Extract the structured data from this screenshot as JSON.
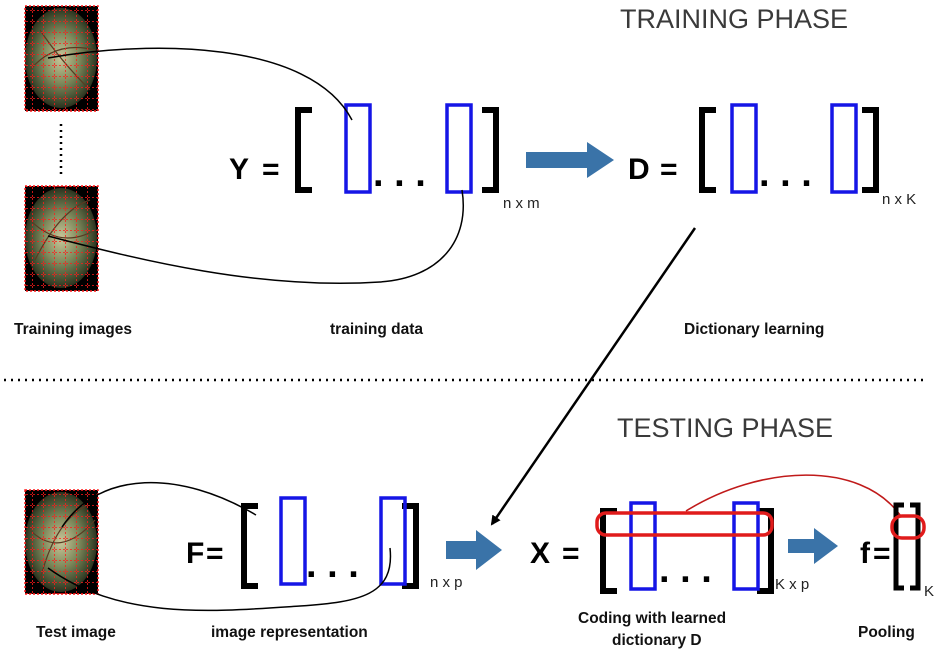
{
  "phases": {
    "training": "TRAINING PHASE",
    "testing": "TESTING PHASE"
  },
  "labels": {
    "training_images": "Training images",
    "training_data": "training data",
    "dictionary_learning": "Dictionary learning",
    "test_image": "Test image",
    "image_representation": "image representation",
    "coding_line1": "Coding with learned",
    "coding_line2": "dictionary D",
    "pooling": "Pooling"
  },
  "equations": {
    "y": {
      "symbol": "Y",
      "eq": "=",
      "subscript": "n x m"
    },
    "d": {
      "symbol": "D",
      "eq": "=",
      "subscript": "n x K"
    },
    "f_matrix": {
      "symbol": "F",
      "eq": "=",
      "subscript": "n x p"
    },
    "x": {
      "symbol": "X",
      "eq": "=",
      "subscript": "K x p"
    },
    "f_vector": {
      "symbol": "f",
      "eq": "=",
      "subscript": "K"
    }
  },
  "ellipsis": ". . .",
  "colors": {
    "column": "#1515e6",
    "highlight": "#e01b1b",
    "arrow": "#3a73a8",
    "grid": "#ff1a1a"
  }
}
